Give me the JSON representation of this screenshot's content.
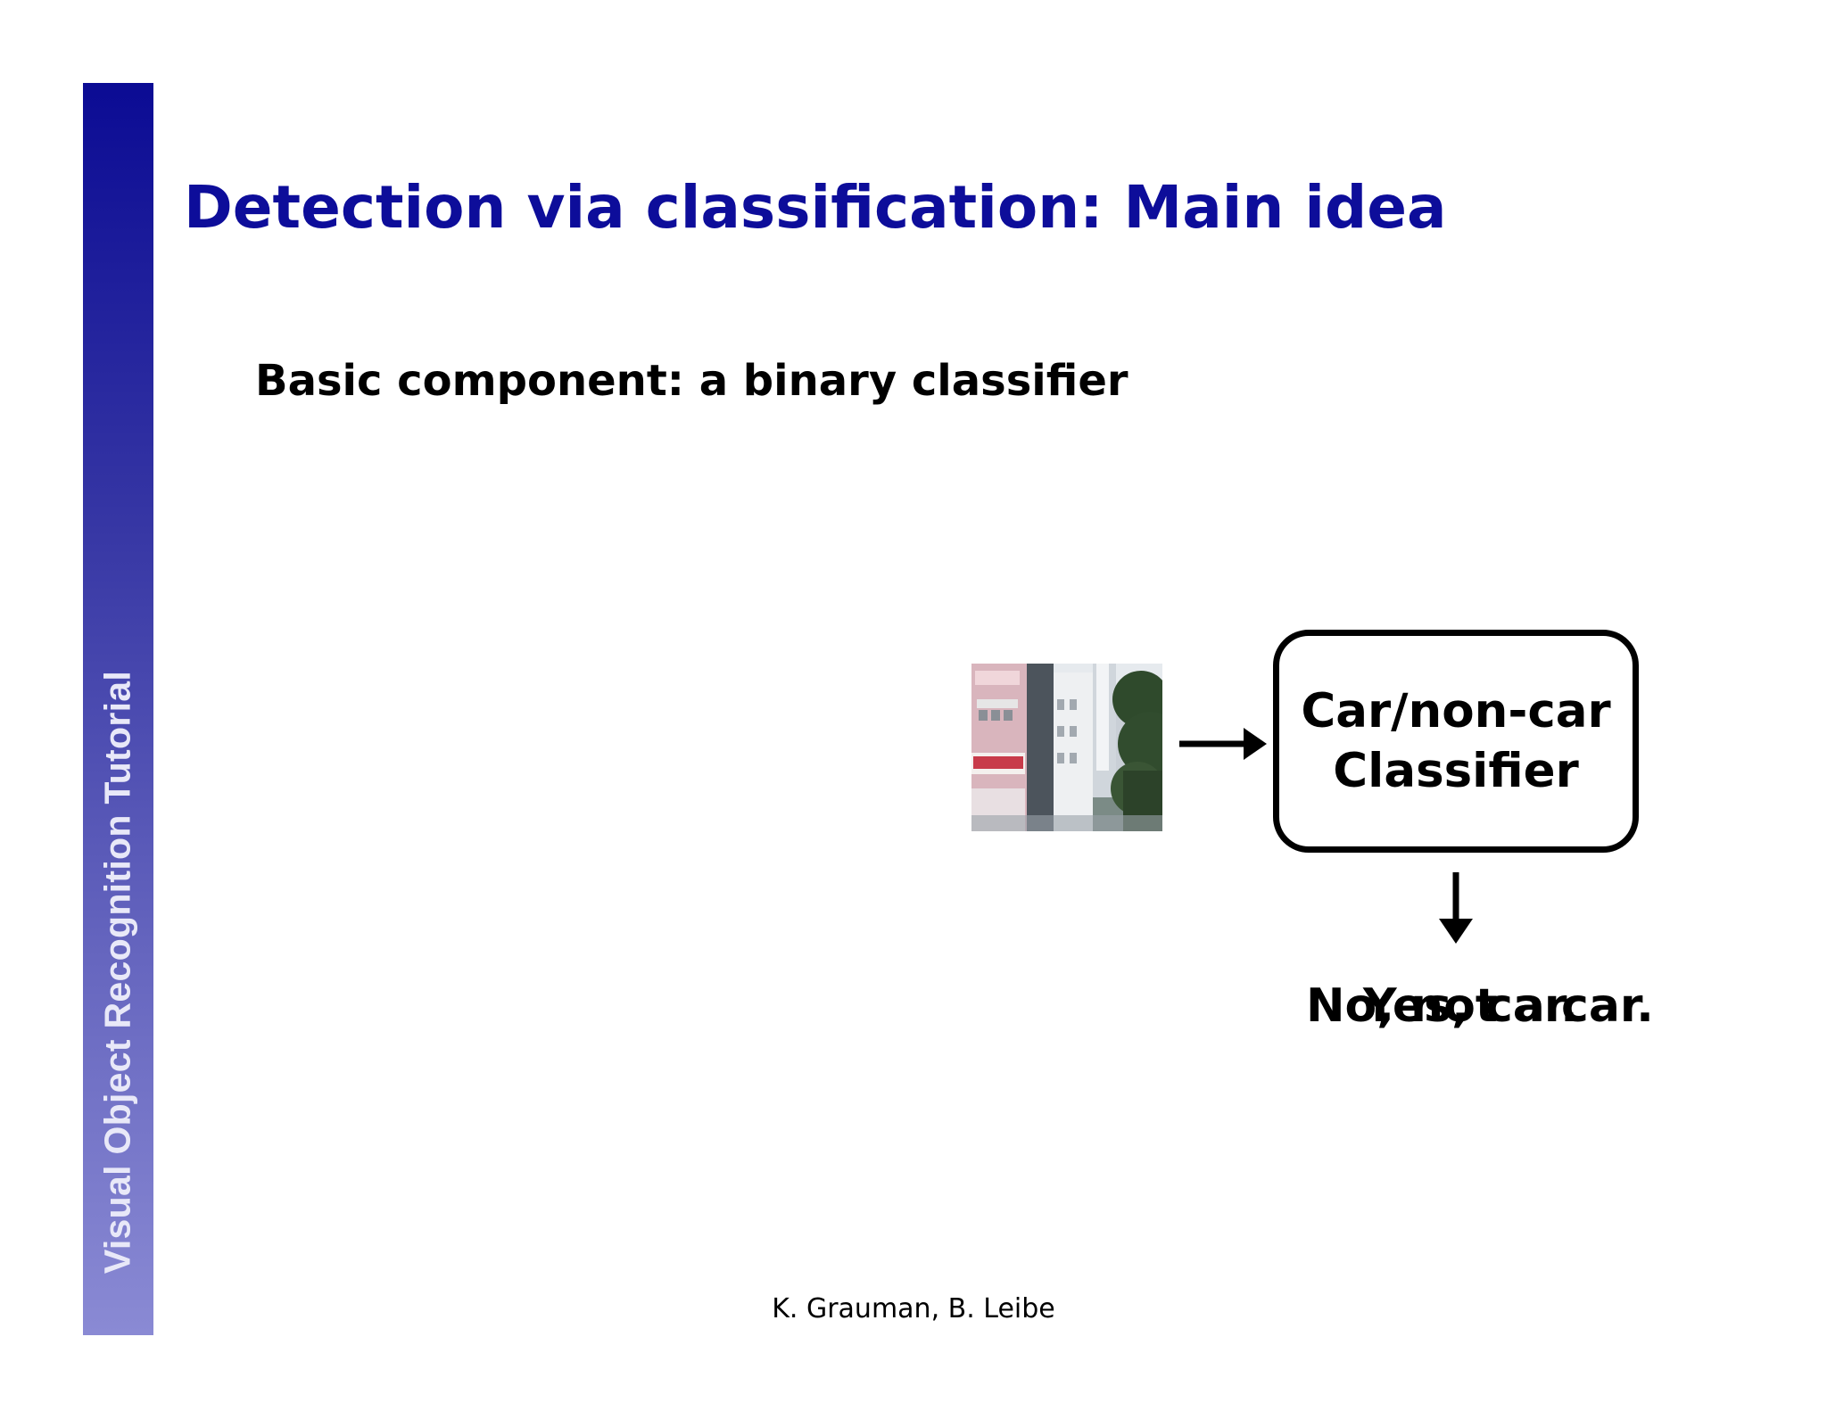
{
  "slide": {
    "side_label": "Visual Object Recognition Tutorial",
    "title": "Detection via classification: Main idea",
    "subtitle": "Basic component: a binary classifier",
    "footer": "K. Grauman, B. Leibe"
  },
  "colors": {
    "title": "#0d0d9a",
    "sidebar_top": "#0b0b94",
    "sidebar_bottom": "#8a8ad4"
  },
  "diagram": {
    "classifier": {
      "line1": "Car/non-car",
      "line2": "Classifier"
    },
    "outputs": {
      "first": "No, not a car.",
      "second": "Yes, car."
    },
    "input_image": "street-scene-thumbnail"
  }
}
